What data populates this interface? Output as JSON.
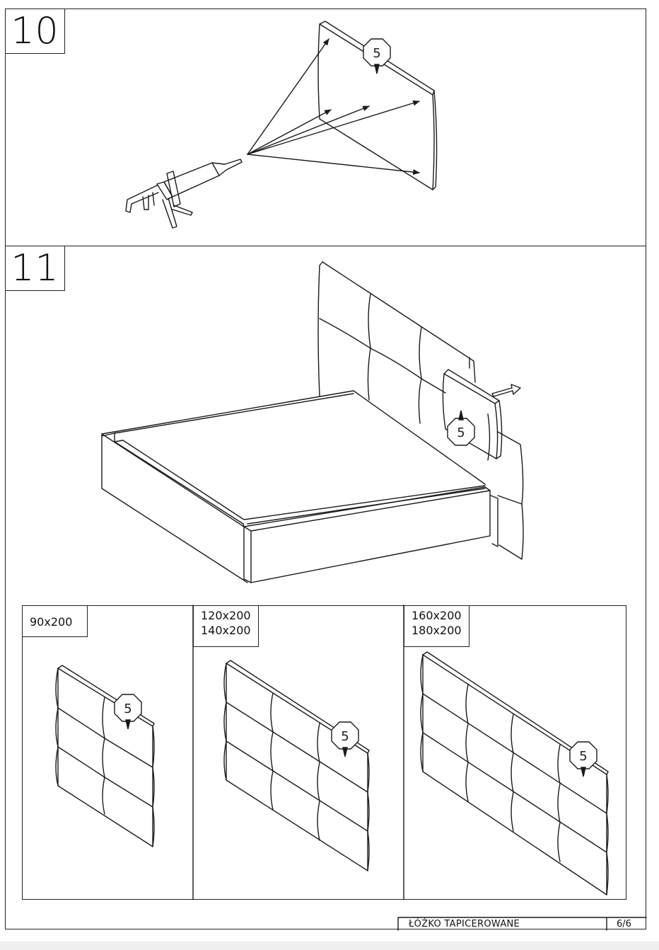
{
  "steps": {
    "step10": "10",
    "step11": "11"
  },
  "callout_number": "5",
  "sizes": {
    "panel1": [
      "90x200"
    ],
    "panel2": [
      "120x200",
      "140x200"
    ],
    "panel3": [
      "160x200",
      "180x200"
    ]
  },
  "footer": {
    "title": "ŁÓŻKO TAPICEROWANE",
    "page": "6/6"
  },
  "icons": [
    "glue-gun-icon",
    "callout-octagon-icon",
    "arrow-icon"
  ]
}
